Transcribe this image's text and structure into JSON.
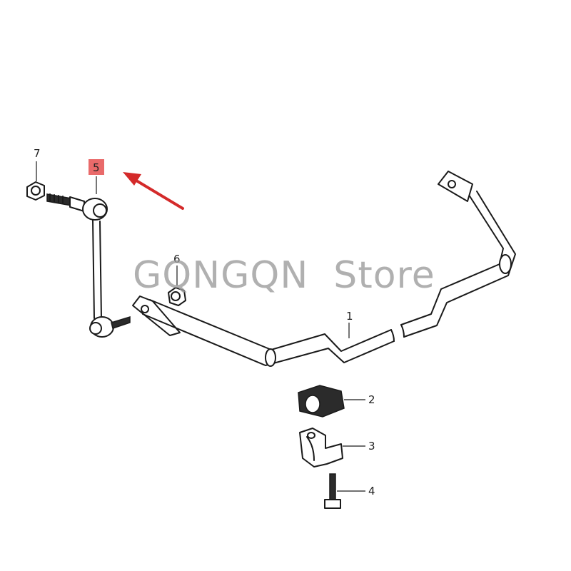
{
  "diagram": {
    "callouts": [
      {
        "id": "1",
        "text": "1"
      },
      {
        "id": "2",
        "text": "2"
      },
      {
        "id": "3",
        "text": "3"
      },
      {
        "id": "4",
        "text": "4"
      },
      {
        "id": "5",
        "text": "5",
        "highlighted": true
      },
      {
        "id": "6",
        "text": "6"
      },
      {
        "id": "7",
        "text": "7"
      }
    ],
    "highlight_color": "#e96a6a",
    "arrow_color": "#d42a2a"
  },
  "watermark": {
    "text": "GQNGQN  Store"
  }
}
